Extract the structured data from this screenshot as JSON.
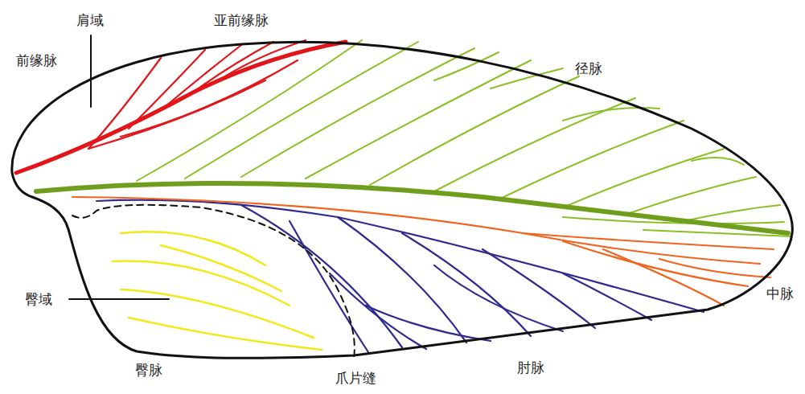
{
  "diagram": {
    "labels": [
      "肩域",
      "亚前缘脉",
      "前缘脉",
      "径脉",
      "中脉",
      "臀域",
      "臀脉",
      "爪片缝",
      "肘脉"
    ]
  }
}
